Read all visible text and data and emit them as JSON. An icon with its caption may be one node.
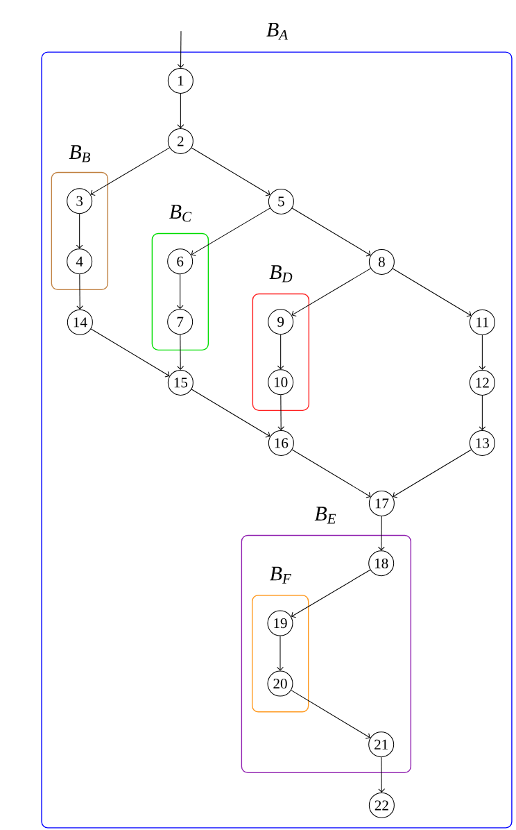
{
  "diagram": {
    "nodes": [
      {
        "text": [
          "B$_{A}$"
        ]
      },
      {
        "text": [
          "1"
        ],
        "in": 0
      },
      {
        "text": [
          "2"
        ],
        "in": 0
      },
      {
        "text": [
          "B$_{B}$"
        ],
        "in": 0
      },
      {
        "text": [
          "3"
        ],
        "in": 3
      },
      {
        "text": [
          "4"
        ],
        "in": 3
      },
      {
        "text": [
          "5"
        ],
        "in": 0
      },
      {
        "text": [
          "B$_{C}$"
        ],
        "in": 0
      },
      {
        "text": [
          "6"
        ],
        "in": 7
      },
      {
        "text": [
          "7"
        ],
        "in": 7
      },
      {
        "text": [
          "8"
        ],
        "in": 0
      },
      {
        "text": [
          "B$_{D}$"
        ],
        "in": 0
      },
      {
        "text": [
          "9"
        ],
        "in": 11
      },
      {
        "text": [
          "10"
        ],
        "in": 11
      },
      {
        "text": [
          "11"
        ],
        "in": 0
      },
      {
        "text": [
          "14"
        ],
        "in": 0
      },
      {
        "text": [
          "15"
        ],
        "in": 0
      },
      {
        "text": [
          "12"
        ],
        "in": 0
      },
      {
        "text": [
          "16"
        ],
        "in": 0
      },
      {
        "text": [
          "13"
        ],
        "in": 0
      },
      {
        "text": [
          "17"
        ],
        "in": 0
      },
      {
        "text": [
          "B$_{E}$"
        ],
        "in": 0
      },
      {
        "text": [
          "18"
        ],
        "in": 21
      },
      {
        "text": [
          "B$_{F}$"
        ],
        "in": 21
      },
      {
        "text": [
          "19"
        ],
        "in": 23
      },
      {
        "text": [
          "20"
        ],
        "in": 23
      },
      {
        "text": [
          "21"
        ],
        "in": 21
      },
      {
        "text": [
          "22"
        ],
        "in": 0
      }
    ],
    "edges": [
      {
        "from": null,
        "to": 1,
        "arrow": "to"
      },
      {
        "from": 1,
        "to": 2,
        "arrow": "to"
      },
      {
        "from": 2,
        "to": 4,
        "arrow": "to"
      },
      {
        "from": 2,
        "to": 6,
        "arrow": "to"
      },
      {
        "from": 4,
        "to": 5,
        "arrow": "to"
      },
      {
        "from": 5,
        "to": 15,
        "arrow": "to"
      },
      {
        "from": 6,
        "to": 8,
        "arrow": "to"
      },
      {
        "from": 6,
        "to": 10,
        "arrow": "to"
      },
      {
        "from": 8,
        "to": 9,
        "arrow": "to"
      },
      {
        "from": 9,
        "to": 16,
        "arrow": "to"
      },
      {
        "from": 10,
        "to": 12,
        "arrow": "to"
      },
      {
        "from": 10,
        "to": 14,
        "arrow": "to"
      },
      {
        "from": 12,
        "to": 13,
        "arrow": "to"
      },
      {
        "from": 13,
        "to": 18,
        "arrow": "to"
      },
      {
        "from": 14,
        "to": 17,
        "arrow": "to"
      },
      {
        "from": 17,
        "to": 19,
        "arrow": "to"
      },
      {
        "from": 19,
        "to": 20,
        "arrow": "to"
      },
      {
        "from": 15,
        "to": 16,
        "arrow": "to"
      },
      {
        "from": 16,
        "to": 18,
        "arrow": "to"
      },
      {
        "from": 18,
        "to": 20,
        "arrow": "to"
      },
      {
        "from": 20,
        "to": 22,
        "arrow": "to"
      },
      {
        "from": 22,
        "to": 24,
        "arrow": "to"
      },
      {
        "from": 24,
        "to": 25,
        "arrow": "to"
      },
      {
        "from": 25,
        "to": 26,
        "arrow": "to"
      },
      {
        "from": 26,
        "to": 27,
        "arrow": "to"
      }
    ]
  }
}
